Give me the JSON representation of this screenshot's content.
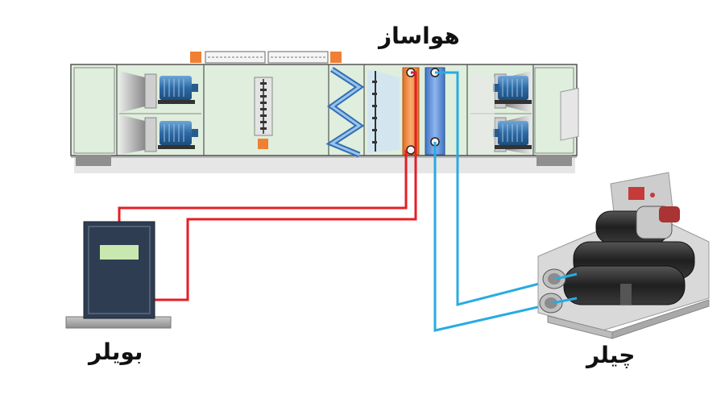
{
  "labels": {
    "air_handler": "هواساز",
    "boiler": "بویلر",
    "chiller": "چیلر"
  },
  "colors": {
    "hot_pipe": "#e41e26",
    "cold_pipe": "#29abe2",
    "ahu_panel": "#dfeedd",
    "heating_coil": "#f08a3c",
    "cooling_coil": "#5b8fd6",
    "boiler_body": "#2f3d52",
    "boiler_display": "#c9e8b0",
    "motor": "#3d7fb8",
    "chiller_body": "#2b2b2b"
  },
  "icons": [
    "fan-motor-icon",
    "filter-icon",
    "heating-coil-icon",
    "cooling-coil-icon",
    "boiler-icon",
    "chiller-icon"
  ]
}
